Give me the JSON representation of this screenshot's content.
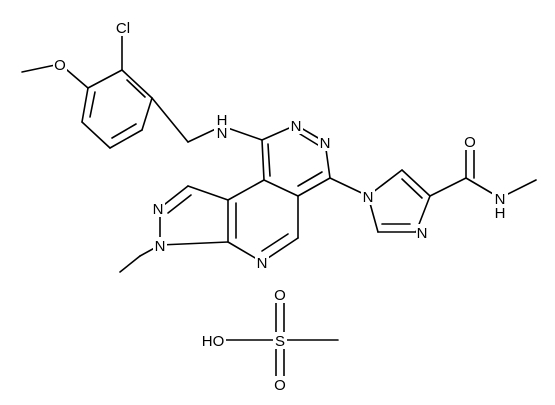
{
  "diagram": {
    "kind": "structural-formula",
    "bond_color": "#000000",
    "background": "#ffffff",
    "atom_labels": {
      "cl": "Cl",
      "o_methoxy": "O",
      "nh": "N",
      "h_of_nh": "H",
      "n_pyridazine_1": "N",
      "n_pyridazine_2": "N",
      "n_imidazole_1": "N",
      "n_imidazole_3": "N",
      "o_carbonyl": "O",
      "n_amide": "N",
      "h_amide": "H",
      "n_pyrazole_2": "N",
      "n_pyrazole_1": "N",
      "n_pyridine": "N",
      "ho_mesylate": "HO",
      "s_mesylate": "S",
      "o_mesylate_top": "O",
      "o_mesylate_bottom": "O"
    }
  }
}
